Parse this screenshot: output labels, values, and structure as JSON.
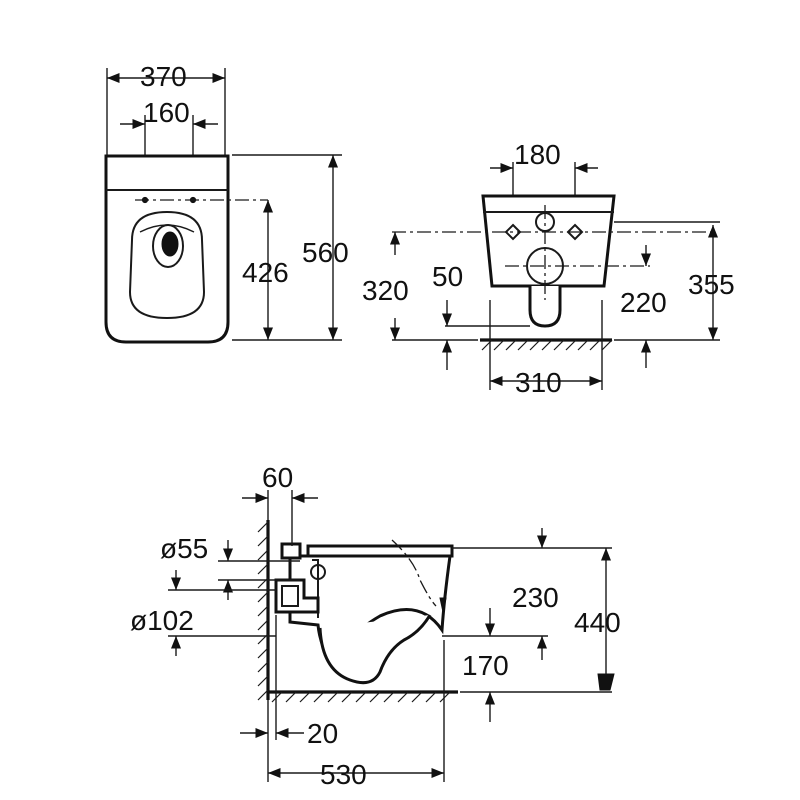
{
  "dimensions": {
    "top_width": "370",
    "top_fix_spacing": "160",
    "top_fix_depth": "426",
    "top_length": "560",
    "front_fix_spacing": "180",
    "front_fix_height": "320",
    "front_drain_offset": "50",
    "front_drain_height": "220",
    "front_total_height": "355",
    "front_width": "310",
    "side_wall_gap": "60",
    "side_inlet_diameter": "ø55",
    "side_outlet_diameter": "ø102",
    "side_inlet_height": "230",
    "side_total_height": "440",
    "side_outlet_height": "170",
    "side_wall_offset": "20",
    "side_length": "530"
  }
}
